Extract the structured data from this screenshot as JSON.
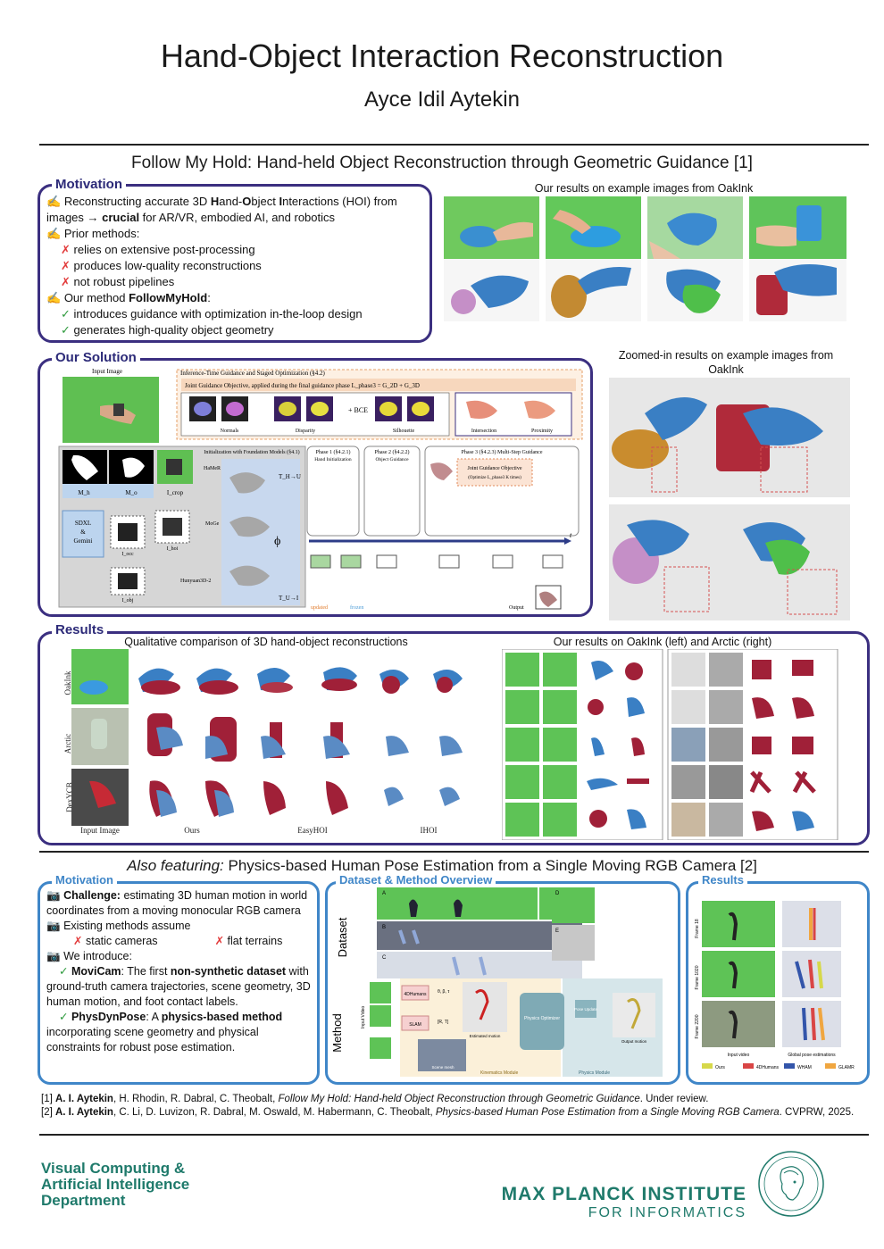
{
  "header": {
    "title": "Hand-Object Interaction Reconstruction",
    "author": "Ayce Idil Aytekin"
  },
  "section1": {
    "title": "Follow My Hold: Hand-held Object Reconstruction through Geometric Guidance [1]",
    "motivation": {
      "label": "Motivation",
      "line1_pre": "Reconstructing accurate 3D ",
      "line1_h": "H",
      "line1_mid1": "and-",
      "line1_o": "O",
      "line1_mid2": "bject ",
      "line1_i": "I",
      "line1_post": "nteractions (HOI) from",
      "line2_pre": "images → ",
      "line2_bold": "crucial",
      "line2_post": " for AR/VR, embodied AI, and robotics",
      "prior_label": "Prior methods:",
      "prior_items": [
        "relies on extensive post-processing",
        "produces low-quality reconstructions",
        "not robust pipelines"
      ],
      "method_pre": "Our method ",
      "method_bold": "FollowMyHold",
      "method_post": ":",
      "method_items": [
        "introduces guidance with optimization in-the-loop design",
        "generates high-quality object geometry"
      ],
      "cross_mark": "✗",
      "check_mark": "✓",
      "pen_mark": "✍"
    },
    "results_caption": "Our results on example images from OakInk",
    "solution": {
      "label": "Our Solution",
      "input_image": "Input Image",
      "inference_title": "Inference-Time Guidance and Staged Optimization (§4.2)",
      "joint_objective": "Joint Guidance Objective, applied during the final guidance phase",
      "joint_formula": "L_phase3 = G_2D + G_3D",
      "normals": "Normals",
      "disparity": "Disparity",
      "silhouette": "Silhouette",
      "intersection": "Intersection",
      "proximity": "Proximity",
      "bce": "+ BCE",
      "m_h": "M_h",
      "m_o": "M_o",
      "i_crop": "I_crop",
      "i_occ": "I_occ",
      "i_hoi": "I_hoi",
      "i_obj": "I_obj",
      "sdxl": "SDXL\n&\nGemini",
      "init_title": "Initialization with Foundation Models (§4.1)",
      "hamer": "HaMeR",
      "moge": "MoGe",
      "hunyuan": "Hunyuan3D-2",
      "t_hu": "T_H→U",
      "t_ui": "T_U→I",
      "phi": "ϕ",
      "phase1": "Phase 1 (§4.2.1)",
      "phase1_sub": "Hand Initialization",
      "phase2": "Phase 2 (§4.2.2)",
      "phase2_sub": "Object Guidance",
      "phase3": "Phase 3 (§4.2.3) Multi-Step Guidance",
      "joint_box": "Joint Guidance Objective",
      "joint_box_sub": "(Optimize L_phase3 K times)",
      "t_axis": "t",
      "output": "Output",
      "updated": "updated",
      "frozen": "frozen"
    },
    "zoomed_caption": "Zoomed-in results on example images from OakInk",
    "results": {
      "label": "Results",
      "qual_caption": "Qualitative comparison of 3D hand-object reconstructions",
      "rows": [
        "OakInk",
        "Arctic",
        "DexYCB"
      ],
      "cols": [
        "Input Image",
        "Ours",
        "EasyHOI",
        "IHOI"
      ],
      "right_caption": "Our results on OakInk (left) and Arctic (right)"
    }
  },
  "section2": {
    "title_italic": "Also featuring:",
    "title_rest": " Physics-based Human Pose Estimation from a Single Moving RGB Camera [2]",
    "motivation": {
      "label": "Motivation",
      "challenge_bold": "Challenge:",
      "challenge_rest": " estimating 3D human motion in world coordinates from a moving monocular RGB camera",
      "existing": "Existing methods assume",
      "assume1": "static cameras",
      "assume2": "flat terrains",
      "introduce": "We introduce:",
      "movicam_bold": "MoviCam",
      "movicam_mid": ": The first ",
      "movicam_bold2": "non-synthetic dataset",
      "movicam_rest": " with ground-truth camera trajectories, scene geometry, 3D human motion, and foot contact labels.",
      "phys_bold": "PhysDynPose",
      "phys_mid": ": A ",
      "phys_bold2": "physics-based method",
      "phys_rest": " incorporating scene geometry and physical constraints for robust pose estimation.",
      "camera_mark": "📷"
    },
    "dataset": {
      "label": "Dataset & Method Overview",
      "dataset_side": "Dataset",
      "method_side": "Method",
      "panel_letters": [
        "A",
        "B",
        "C",
        "D",
        "E"
      ],
      "input_video": "Input Video",
      "humans4d": "4DHumans",
      "slam": "SLAM",
      "estimated_motion": "Estimated motion",
      "physics_optimizer": "Physics Optimizer",
      "pose_update": "Pose Update",
      "output_motion": "Output motion",
      "scene_mesh": "Scene mesh",
      "kinematics_module": "Kinematics Module",
      "physics_module": "Physics Module",
      "theta_beta_tau": "θ, β, τ",
      "r_t": "[R, T]"
    },
    "results": {
      "label": "Results",
      "frames": [
        "Frame 18",
        "Frame 1020",
        "Frame 2200"
      ],
      "input_video": "Input video",
      "global_pose": "Global pose estimations",
      "legend": [
        {
          "name": "Ours",
          "color": "#d6d84a"
        },
        {
          "name": "4DHumans",
          "color": "#d94545"
        },
        {
          "name": "WHAM",
          "color": "#3355aa"
        },
        {
          "name": "GLAMR",
          "color": "#f0a640"
        }
      ]
    }
  },
  "references": {
    "r1_num": "[1] ",
    "r1_author": "A. I. Aytekin",
    "r1_rest": ", H. Rhodin, R. Dabral, C. Theobalt, ",
    "r1_title": "Follow My Hold: Hand-held Object Reconstruction through Geometric Guidance",
    "r1_end": ". Under review.",
    "r2_num": "[2] ",
    "r2_author": "A. I. Aytekin",
    "r2_rest": ", C. Li, D. Luvizon, R. Dabral, M. Oswald, M. Habermann, C. Theobalt, ",
    "r2_title": "Physics-based Human Pose Estimation from a Single Moving RGB Camera",
    "r2_end": ". CVPRW, 2025."
  },
  "footer": {
    "dept_line1": "Visual Computing &",
    "dept_line2": "Artificial Intelligence",
    "dept_line3": "Department",
    "mpi_line1": "MAX PLANCK INSTITUTE",
    "mpi_line2": "FOR INFORMATICS"
  },
  "colors": {
    "accent_purple": "#3b2f80",
    "accent_blue": "#3f86c8",
    "mpi_green": "#1f7a6b",
    "hand_blue": "#3a7fc4",
    "object_red": "#b5283e"
  }
}
